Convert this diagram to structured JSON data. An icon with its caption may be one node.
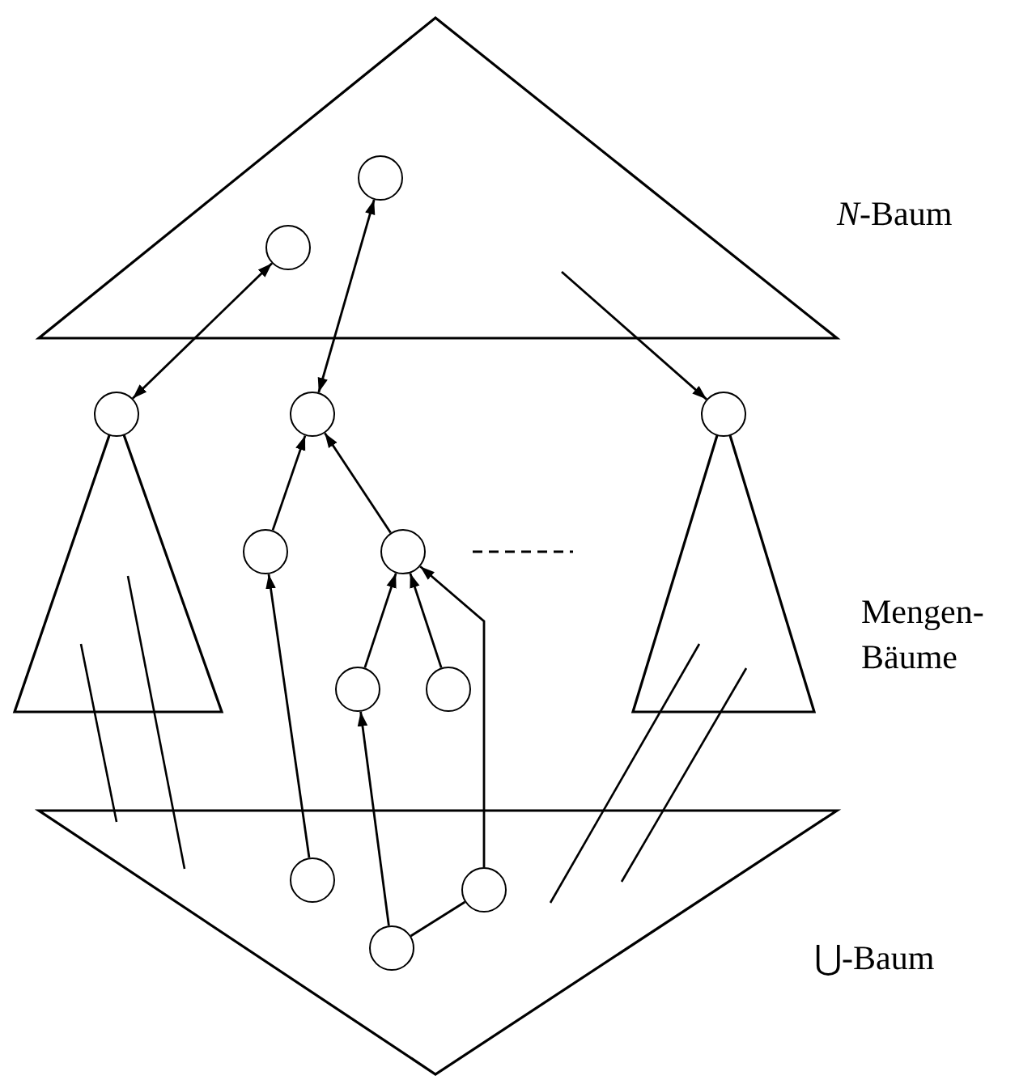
{
  "diagram": {
    "nodes": [
      {
        "text": [],
        "shape": "triangle"
      },
      {
        "text": [],
        "shape": "circle",
        "in": 0
      },
      {
        "text": [],
        "shape": "circle",
        "in": 0
      },
      {
        "text": [],
        "shape": "triangle"
      },
      {
        "text": [],
        "shape": "circle",
        "in": 3
      },
      {
        "text": [],
        "shape": "circle"
      },
      {
        "text": [],
        "shape": "circle"
      },
      {
        "text": [],
        "shape": "circle"
      },
      {
        "text": [],
        "shape": "circle"
      },
      {
        "text": [],
        "shape": "circle"
      },
      {
        "text": [],
        "shape": "triangle"
      },
      {
        "text": [],
        "shape": "circle",
        "in": 10
      },
      {
        "text": [],
        "shape": "triangle"
      },
      {
        "text": [],
        "shape": "circle",
        "in": 12
      },
      {
        "text": [],
        "shape": "circle",
        "in": 12
      },
      {
        "text": [],
        "shape": "circle",
        "in": 12
      }
    ],
    "edges": [
      {
        "from": 2,
        "to": 4,
        "arrow": "both"
      },
      {
        "from": 1,
        "to": 5,
        "arrow": "both"
      },
      {
        "from": null,
        "to": 11,
        "arrow": "to"
      },
      {
        "from": 6,
        "to": 5,
        "arrow": "to"
      },
      {
        "from": 7,
        "to": 5,
        "arrow": "to"
      },
      {
        "from": 8,
        "to": 7,
        "arrow": "to"
      },
      {
        "from": 9,
        "to": 7,
        "arrow": "to"
      },
      {
        "from": 14,
        "to": 7,
        "arrow": "to"
      },
      {
        "from": 13,
        "to": 6,
        "arrow": "to"
      },
      {
        "from": 15,
        "to": 8,
        "arrow": "to"
      },
      {
        "from": 15,
        "to": 14,
        "arrow": "none"
      }
    ],
    "labels": [
      "*N*-Baum",
      "Mengen- Bäume",
      "⋃-Baum"
    ]
  }
}
